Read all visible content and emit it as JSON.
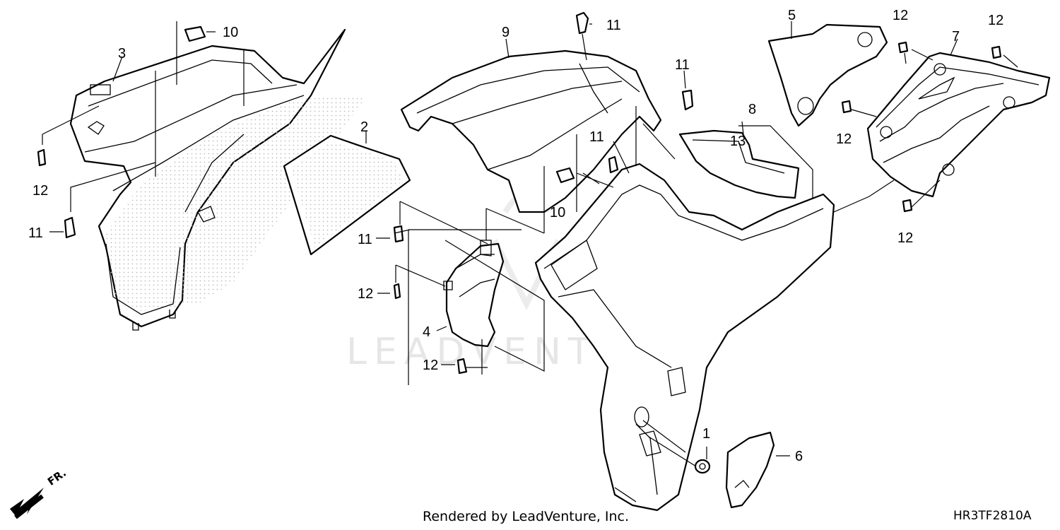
{
  "watermark": "LEADVENTURE",
  "footer": {
    "credit": "Rendered by LeadVenture, Inc.",
    "diagram_code": "HR3TF2810A"
  },
  "direction_indicator": {
    "label": "FR.",
    "icon": "front-direction-arrow"
  },
  "callouts": {
    "c1": "1",
    "c2": "2",
    "c3": "3",
    "c4": "4",
    "c5": "5",
    "c6": "6",
    "c7": "7",
    "c8": "8",
    "c9": "9",
    "c10a": "10",
    "c10b": "10",
    "c11a": "11",
    "c11b": "11",
    "c11c": "11",
    "c11d": "11",
    "c11e": "11",
    "c12a": "12",
    "c12b": "12",
    "c12c": "12",
    "c12d": "12",
    "c12e": "12",
    "c12f": "12",
    "c12g": "12",
    "c13": "13"
  }
}
